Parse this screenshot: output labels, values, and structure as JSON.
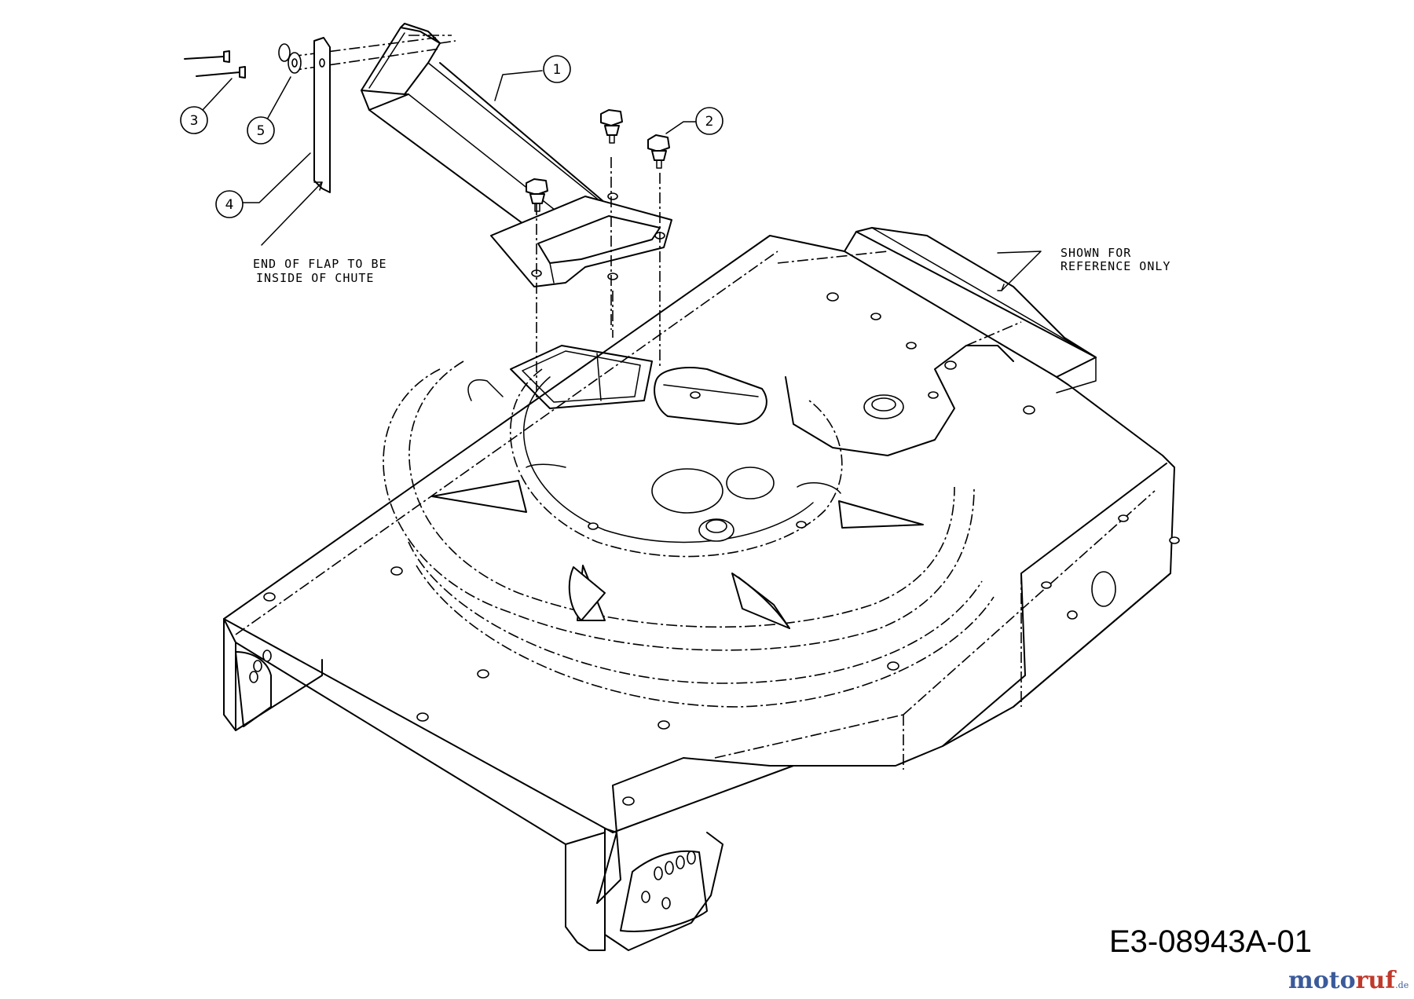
{
  "callouts": [
    {
      "id": "c1",
      "label": "1"
    },
    {
      "id": "c2",
      "label": "2"
    },
    {
      "id": "c3",
      "label": "3"
    },
    {
      "id": "c4",
      "label": "4"
    },
    {
      "id": "c5",
      "label": "5"
    }
  ],
  "notes": {
    "flap_line1": "END OF FLAP TO BE",
    "flap_line2": "INSIDE OF CHUTE",
    "reference_line1": "SHOWN FOR",
    "reference_line2": "REFERENCE ONLY"
  },
  "drawing_code": "E3-08943A-01",
  "watermark": {
    "text_part1": "moto",
    "text_part2": "ruf",
    "suffix": ".de",
    "color_part1": "#3a5a9a",
    "color_part2": "#c0392b"
  }
}
